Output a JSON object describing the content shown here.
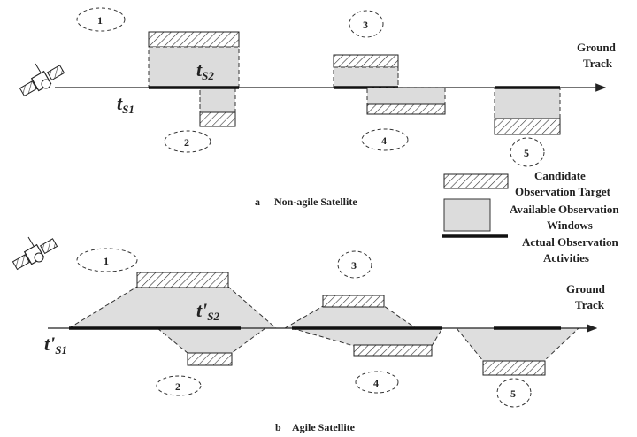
{
  "top_panel": {
    "caption_letter": "a",
    "caption_text": "Non-agile Satellite",
    "axis_label_line1": "Ground",
    "axis_label_line2": "Track",
    "ts1_main": "t",
    "ts1_sub": "S1",
    "ts2_main": "t",
    "ts2_sub": "S2",
    "targets": [
      "1",
      "2",
      "3",
      "4",
      "5"
    ]
  },
  "bottom_panel": {
    "caption_letter": "b",
    "caption_text": "Agile Satellite",
    "axis_label_line1": "Ground",
    "axis_label_line2": "Track",
    "ts1_main": "t'",
    "ts1_sub": "S1",
    "ts2_main": "t'",
    "ts2_sub": "S2",
    "targets": [
      "1",
      "2",
      "3",
      "4",
      "5"
    ]
  },
  "legend": {
    "candidate_line1": "Candidate",
    "candidate_line2": "Observation Target",
    "available_line1": "Available Observation",
    "available_line2": "Windows",
    "actual_line1": "Actual Observation",
    "actual_line2": "Activities"
  }
}
